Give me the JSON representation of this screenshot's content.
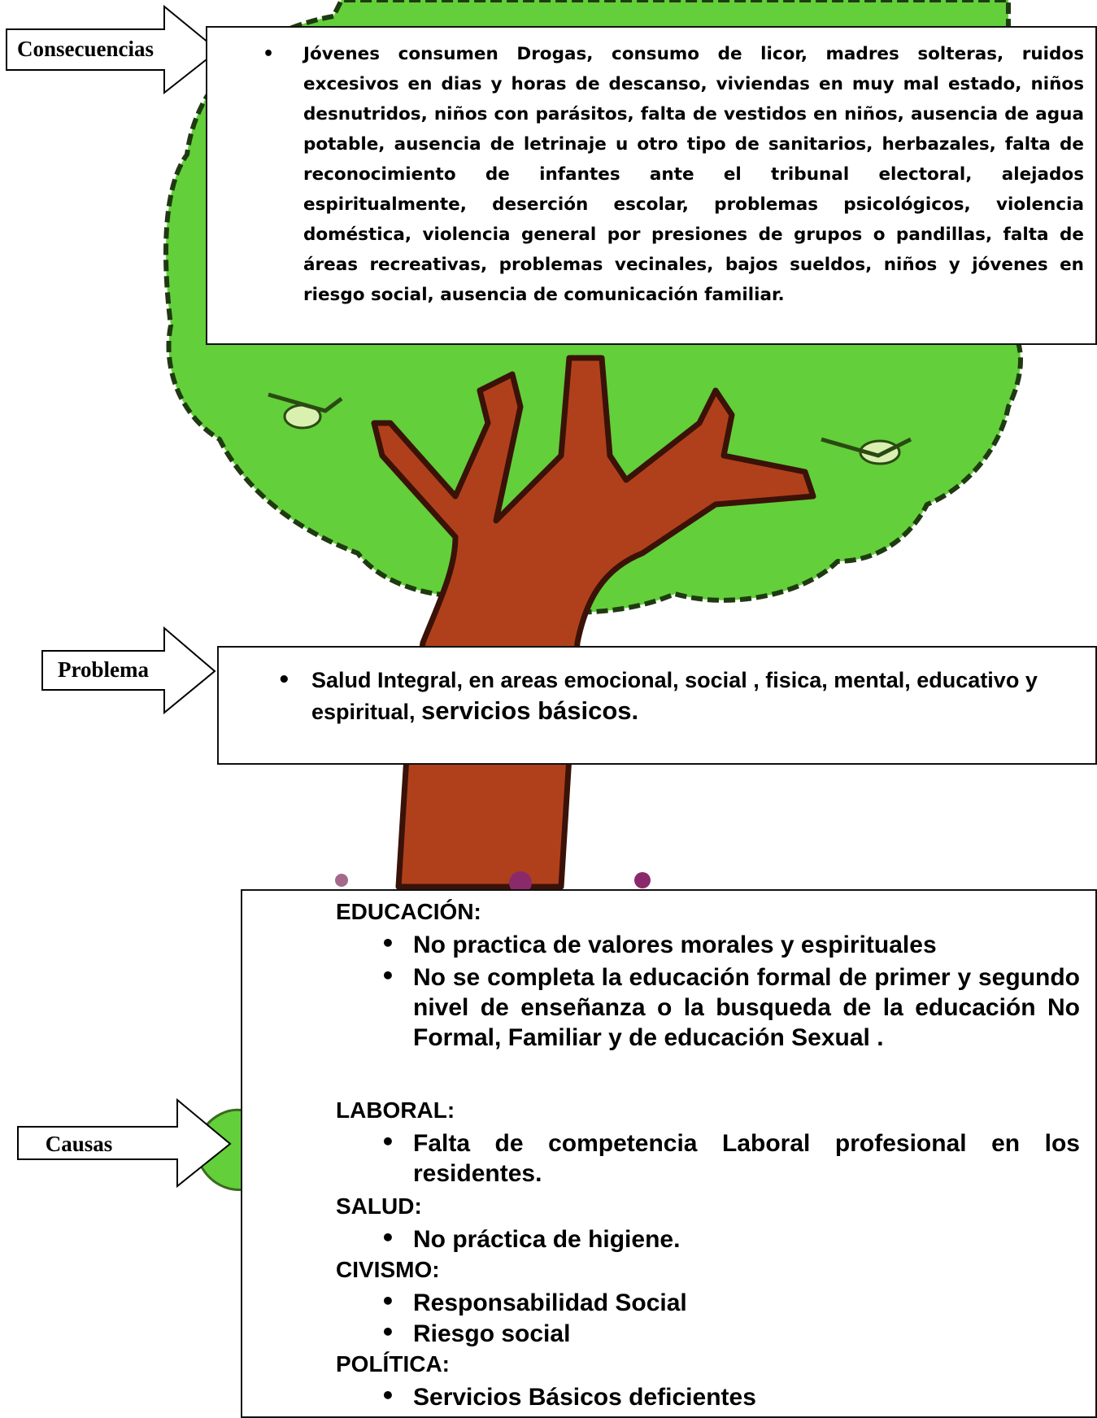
{
  "labels": {
    "consecuencias": "Consecuencias",
    "problema": "Problema",
    "causas": "Causas"
  },
  "consecuencias_text": "Jóvenes consumen Drogas, consumo de licor, madres solteras, ruidos excesivos en dias y horas de descanso, viviendas en muy mal estado, niños desnutridos, niños con parásitos, falta de vestidos en niños, ausencia de agua potable, ausencia de letrinaje u otro tipo de sanitarios, herbazales, falta de reconocimiento de infantes ante el tribunal electoral, alejados espiritualmente, deserción escolar, problemas psicológicos, violencia doméstica, violencia general por presiones de grupos o pandillas, falta de áreas recreativas, problemas vecinales, bajos sueldos, niños y jóvenes en riesgo social, ausencia de comunicación familiar.",
  "problema": {
    "text_part1": "Salud Integral, en areas emocional, social , fisica, mental, educativo y espiritual, ",
    "text_part2": "servicios básicos."
  },
  "causas": {
    "educacion": {
      "heading": "EDUCACIÓN:",
      "items": [
        "No practica de valores morales y espirituales",
        "No se completa la educación formal de primer y segundo nivel de enseñanza o la busqueda de la educación No Formal, Familiar y de educación Sexual ."
      ]
    },
    "laboral": {
      "heading": "LABORAL:",
      "items": [
        "Falta de competencia Laboral profesional en los residentes."
      ]
    },
    "salud": {
      "heading": "SALUD:",
      "items": [
        "No práctica de higiene."
      ]
    },
    "civismo": {
      "heading": "CIVISMO:",
      "items": [
        "Responsabilidad Social",
        "Riesgo social"
      ]
    },
    "politica": {
      "heading": "POLÍTICA:",
      "items": [
        "Servicios Básicos deficientes"
      ]
    }
  },
  "colors": {
    "foliage": "#63cf3a",
    "foliage_outline": "#1f3a10",
    "trunk": "#b0401c",
    "trunk_outline": "#3a1208"
  }
}
